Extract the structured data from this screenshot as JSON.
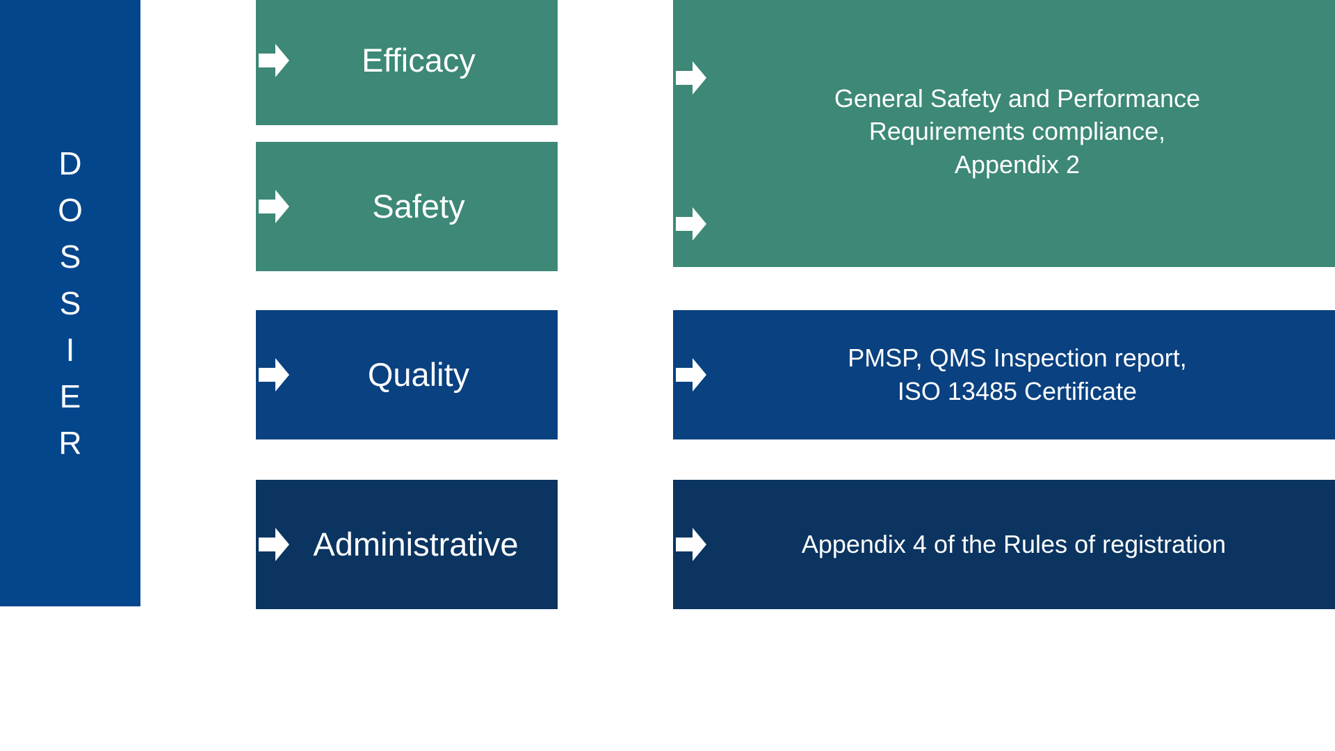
{
  "diagram": {
    "title": "DOSSIER",
    "sidebar": {
      "label": "DOSSIER",
      "letters": [
        "D",
        "O",
        "S",
        "S",
        "I",
        "E",
        "R"
      ],
      "color": "#04468C"
    },
    "colors": {
      "green": "#3D8876",
      "blue": "#0A4180",
      "navy": "#0B3460",
      "text": "#FFFFFF",
      "background": "#FFFFFF"
    },
    "sections": [
      {
        "id": "efficacy",
        "category": "Efficacy",
        "color": "#3D8876",
        "arrow_icon": "right-arrow-icon"
      },
      {
        "id": "safety",
        "category": "Safety",
        "color": "#3D8876",
        "arrow_icon": "right-arrow-icon"
      },
      {
        "id": "quality",
        "category": "Quality",
        "color": "#0A4180",
        "arrow_icon": "right-arrow-icon"
      },
      {
        "id": "administrative",
        "category": "Administrative",
        "color": "#0B3460",
        "arrow_icon": "right-arrow-icon"
      }
    ],
    "details": [
      {
        "id": "gspr",
        "text": "General Safety and Performance\nRequirements compliance,\nAppendix 2",
        "color": "#3D8876",
        "spans_categories": [
          "Efficacy",
          "Safety"
        ],
        "arrow_icons": [
          "right-arrow-icon",
          "right-arrow-icon"
        ]
      },
      {
        "id": "pmsp",
        "text": "PMSP, QMS Inspection report,\nISO 13485 Certificate",
        "color": "#0A4180",
        "spans_categories": [
          "Quality"
        ],
        "arrow_icons": [
          "right-arrow-icon"
        ]
      },
      {
        "id": "appendix4",
        "text": "Appendix 4 of the Rules of registration",
        "color": "#0B3460",
        "spans_categories": [
          "Administrative"
        ],
        "arrow_icons": [
          "right-arrow-icon"
        ]
      }
    ]
  }
}
